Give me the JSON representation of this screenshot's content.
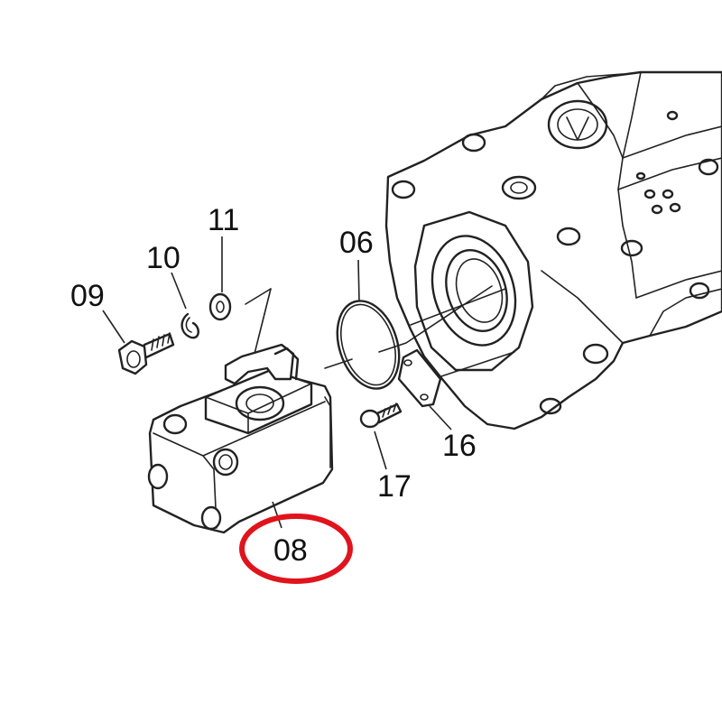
{
  "parts": {
    "p09": "09",
    "p10": "10",
    "p11": "11",
    "p06": "06",
    "p16": "16",
    "p17": "17",
    "p08": "08"
  },
  "highlight": {
    "part": "08",
    "color": "#e0141c"
  }
}
